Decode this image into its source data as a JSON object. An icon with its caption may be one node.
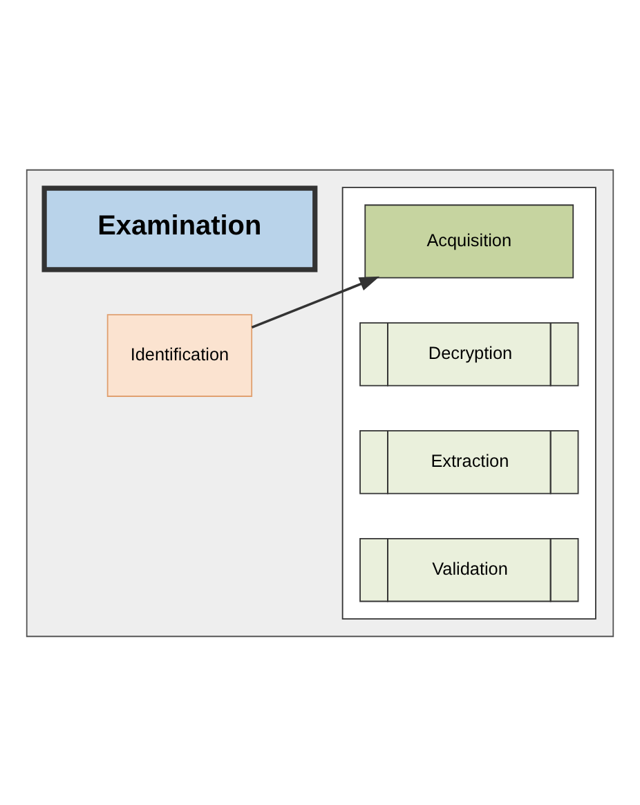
{
  "diagram": {
    "nodes": [
      {
        "text": [],
        "shape": "box"
      },
      {
        "text": [
          "Examination"
        ],
        "in": 0
      },
      {
        "text": [
          "Identification"
        ],
        "in": 0
      },
      {
        "text": [],
        "shape": "box",
        "in": 0
      },
      {
        "text": [
          "Acquisition"
        ],
        "in": 3
      },
      {
        "text": [
          "Decryption"
        ],
        "in": 3
      },
      {
        "text": [
          "Extraction"
        ],
        "in": 3
      },
      {
        "text": [
          "Validation"
        ],
        "in": 3
      }
    ],
    "edges": [
      {
        "from": 2,
        "to": 4,
        "arrow": "to"
      }
    ]
  }
}
